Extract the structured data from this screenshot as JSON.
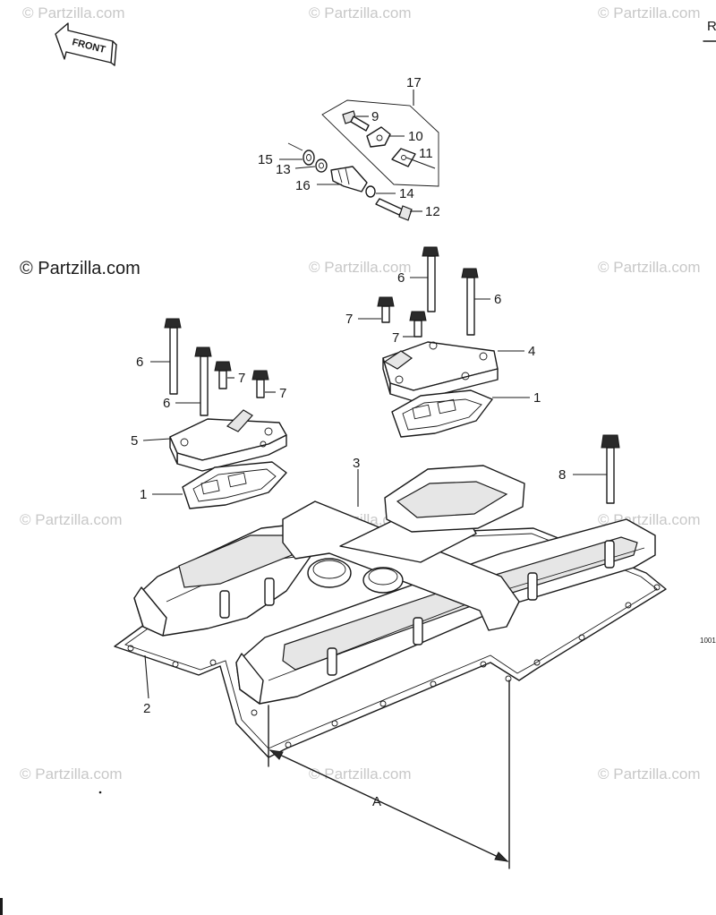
{
  "watermark": "© Partzilla.com",
  "front_label": "FRONT",
  "corner_text": "R",
  "side_code": "1001",
  "dimension_label": "A",
  "callouts": {
    "c1a": "1",
    "c1b": "1",
    "c2": "2",
    "c3": "3",
    "c4": "4",
    "c5": "5",
    "c6a": "6",
    "c6b": "6",
    "c6c": "6",
    "c6d": "6",
    "c7a": "7",
    "c7b": "7",
    "c7c": "7",
    "c7d": "7",
    "c8": "8",
    "c9": "9",
    "c10": "10",
    "c11": "11",
    "c12": "12",
    "c13": "13",
    "c14": "14",
    "c15": "15",
    "c16": "16",
    "c17": "17"
  }
}
